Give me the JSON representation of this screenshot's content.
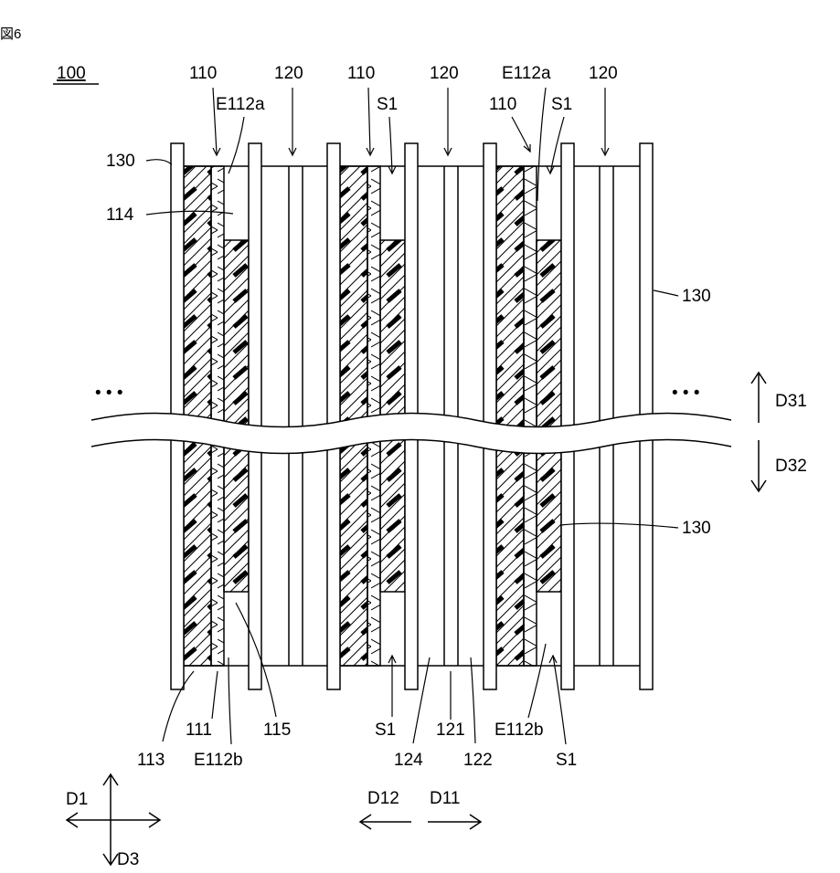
{
  "figure": {
    "number": "図6",
    "id": "100"
  },
  "labels": {
    "l110a": "110",
    "l110b": "110",
    "l110c": "110",
    "l120a": "120",
    "l120b": "120",
    "l120c": "120",
    "e112a_1": "E112a",
    "e112a_2": "E112a",
    "s1_top_1": "S1",
    "s1_top_2": "S1",
    "l130_left": "130",
    "l130_right": "130",
    "l130_mid": "130",
    "l114": "114",
    "l113": "113",
    "l111": "111",
    "e112b_1": "E112b",
    "l115": "115",
    "s1_bot_1": "S1",
    "l124": "124",
    "l121": "121",
    "l122": "122",
    "e112b_2": "E112b",
    "s1_bot_2": "S1",
    "ellipsis_left": "• • •",
    "ellipsis_right": "• • •"
  },
  "directions": {
    "d31": "D31",
    "d32": "D32",
    "d1": "D1",
    "d3": "D3",
    "d12": "D12",
    "d11": "D11"
  }
}
